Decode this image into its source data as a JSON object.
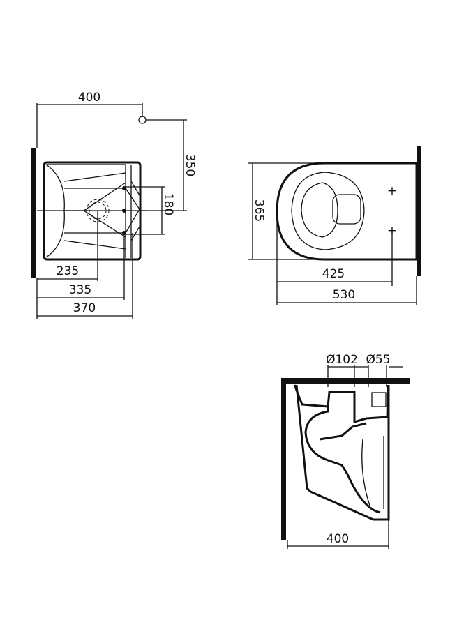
{
  "top_view": {
    "dims": {
      "width_to_outlet": "400",
      "outlet_height": "350",
      "bolt_spacing": "180",
      "d235": "235",
      "d335": "335",
      "d370": "370"
    }
  },
  "front_view": {
    "dims": {
      "height": "365",
      "d425": "425",
      "d530": "530"
    }
  },
  "side_view": {
    "dims": {
      "inlet_diameter": "Ø102",
      "flush_diameter": "Ø55",
      "depth": "400"
    }
  },
  "colors": {
    "ink": "#111111",
    "background": "#ffffff"
  }
}
